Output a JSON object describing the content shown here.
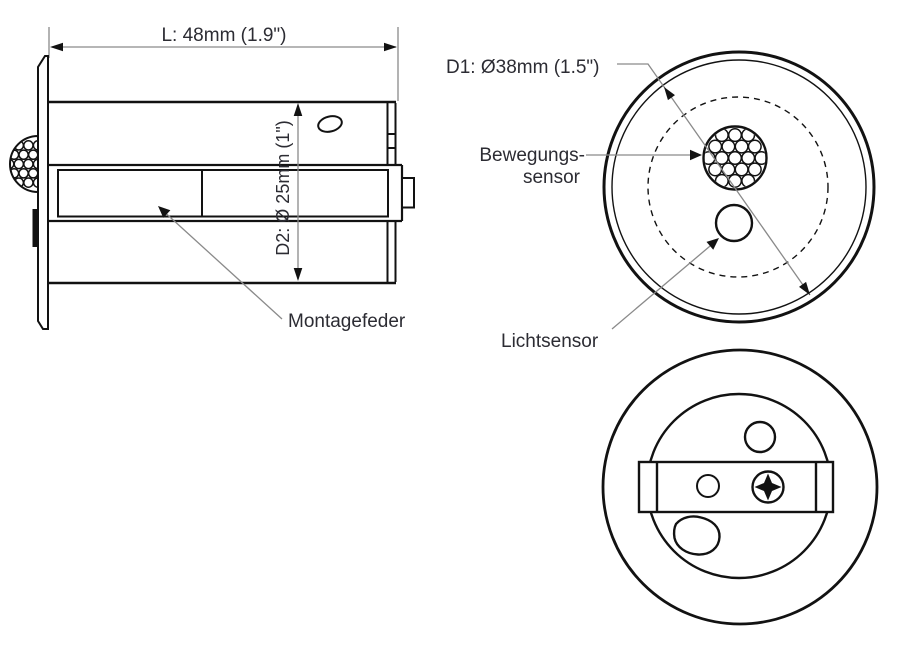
{
  "diagram_title": "motion-sensor-dimension-drawing",
  "side_view": {
    "length_label": "L: 48mm (1.9\")",
    "diameter_d2_label": "D2: Ø 25mm (1\")",
    "mounting_spring_label": "Montagefeder"
  },
  "front_view": {
    "diameter_d1_label": "D1: Ø38mm (1.5\")",
    "motion_sensor_label": {
      "line1": "Bewegungs-",
      "line2": "sensor"
    },
    "light_sensor_label": "Lichtsensor"
  },
  "colors": {
    "line": "#121212",
    "text": "#2c2c33",
    "leader": "#8a8a8a",
    "background": "#ffffff"
  }
}
